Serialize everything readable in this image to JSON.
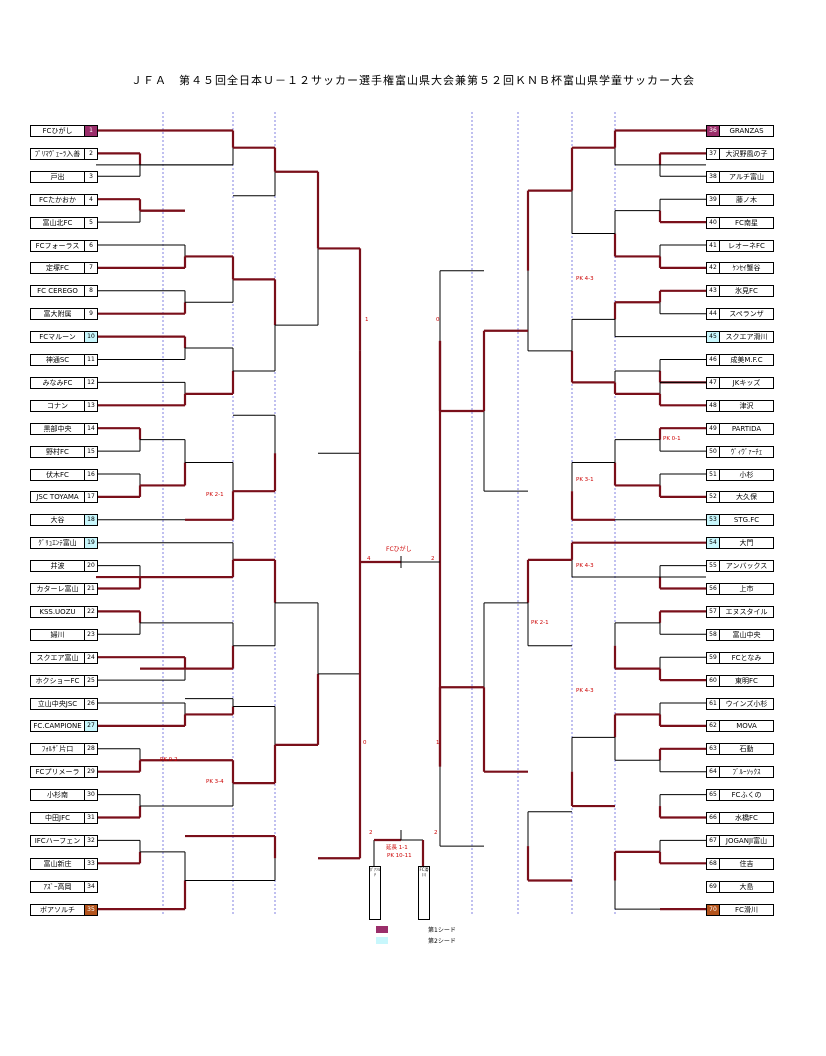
{
  "title": "ＪＦＡ　第４５回全日本Ｕ－１２サッカー選手権富山県大会兼第５２回ＫＮＢ杯富山県学童サッカー大会",
  "left_teams": [
    {
      "name": "FCひがし",
      "no": "1",
      "seed": "1"
    },
    {
      "name": "ﾌﾟﾘﾏｳﾞｪｰﾗ入善",
      "no": "2"
    },
    {
      "name": "戸出",
      "no": "3"
    },
    {
      "name": "FCたかおか",
      "no": "4"
    },
    {
      "name": "富山北FC",
      "no": "5"
    },
    {
      "name": "FCフォーラス",
      "no": "6"
    },
    {
      "name": "定塚FC",
      "no": "7"
    },
    {
      "name": "FC CEREGO",
      "no": "8"
    },
    {
      "name": "富大附属",
      "no": "9"
    },
    {
      "name": "FCマルーン",
      "no": "10",
      "seed": "2"
    },
    {
      "name": "神通SC",
      "no": "11"
    },
    {
      "name": "みなみFC",
      "no": "12"
    },
    {
      "name": "コナン",
      "no": "13"
    },
    {
      "name": "黒部中央",
      "no": "14"
    },
    {
      "name": "野村FC",
      "no": "15"
    },
    {
      "name": "伏木FC",
      "no": "16"
    },
    {
      "name": "JSC TOYAMA",
      "no": "17"
    },
    {
      "name": "大谷",
      "no": "18",
      "seed": "2"
    },
    {
      "name": "ｸﾞﾘｭｴﾝﾃ富山",
      "no": "19",
      "seed": "2"
    },
    {
      "name": "井波",
      "no": "20"
    },
    {
      "name": "カターレ富山",
      "no": "21"
    },
    {
      "name": "KSS.UOZU",
      "no": "22"
    },
    {
      "name": "婦川",
      "no": "23"
    },
    {
      "name": "スクエア富山",
      "no": "24"
    },
    {
      "name": "ホクショーFC",
      "no": "25"
    },
    {
      "name": "立山中央JSC",
      "no": "26"
    },
    {
      "name": "FC.CAMPIONE",
      "no": "27",
      "seed": "2"
    },
    {
      "name": "ﾌｫﾙｻﾞ片口",
      "no": "28"
    },
    {
      "name": "FCプリメーラ",
      "no": "29"
    },
    {
      "name": "小杉南",
      "no": "30"
    },
    {
      "name": "中田JFC",
      "no": "31"
    },
    {
      "name": "IFCハーフェン",
      "no": "32"
    },
    {
      "name": "富山新庄",
      "no": "33"
    },
    {
      "name": "ｱｽﾞｰ高岡",
      "no": "34"
    },
    {
      "name": "ボアソルチ",
      "no": "35",
      "seed": "3"
    }
  ],
  "right_teams": [
    {
      "name": "GRANZAS",
      "no": "36",
      "seed": "1"
    },
    {
      "name": "大沢野風の子",
      "no": "37"
    },
    {
      "name": "アルチ富山",
      "no": "38"
    },
    {
      "name": "藤ノ木",
      "no": "39"
    },
    {
      "name": "FC南星",
      "no": "40"
    },
    {
      "name": "レオーネFC",
      "no": "41"
    },
    {
      "name": "ｹﾝｾｲ蟹谷",
      "no": "42"
    },
    {
      "name": "氷見FC",
      "no": "43"
    },
    {
      "name": "スペランザ",
      "no": "44"
    },
    {
      "name": "スクエア滑川",
      "no": "45",
      "seed": "2"
    },
    {
      "name": "成美M.F.C",
      "no": "46"
    },
    {
      "name": "JKキッズ",
      "no": "47"
    },
    {
      "name": "津沢",
      "no": "48"
    },
    {
      "name": "PARTIDA",
      "no": "49"
    },
    {
      "name": "ｳﾞｨｳﾞｧｰﾁｪ",
      "no": "50"
    },
    {
      "name": "小杉",
      "no": "51"
    },
    {
      "name": "大久保",
      "no": "52"
    },
    {
      "name": "STG.FC",
      "no": "53",
      "seed": "2"
    },
    {
      "name": "大門",
      "no": "54",
      "seed": "2"
    },
    {
      "name": "アンバックス",
      "no": "55"
    },
    {
      "name": "上市",
      "no": "56"
    },
    {
      "name": "エヌスタイル",
      "no": "57"
    },
    {
      "name": "富山中央",
      "no": "58"
    },
    {
      "name": "FCとなみ",
      "no": "59"
    },
    {
      "name": "東明FC",
      "no": "60"
    },
    {
      "name": "ウインズ小杉",
      "no": "61"
    },
    {
      "name": "MOVA",
      "no": "62"
    },
    {
      "name": "石動",
      "no": "63"
    },
    {
      "name": "ﾌﾞﾙｰｿｯｸｽ",
      "no": "64"
    },
    {
      "name": "FCふくの",
      "no": "65"
    },
    {
      "name": "水橋FC",
      "no": "66"
    },
    {
      "name": "JOGANJI富山",
      "no": "67"
    },
    {
      "name": "住吉",
      "no": "68"
    },
    {
      "name": "大島",
      "no": "69"
    },
    {
      "name": "FC滑川",
      "no": "70",
      "seed": "3"
    }
  ],
  "champion": "FCひがし",
  "final_scores": {
    "left": "4",
    "right": "2"
  },
  "third_place": {
    "left_score": "2",
    "right_score": "2",
    "note1": "延長 1-1",
    "note2": "PK 10-11",
    "left_team": "ﾎﾞｱｿﾙﾁ",
    "right_team": "FC滑川"
  },
  "semi_scores": {
    "left_top": "1",
    "left_bottom": "0",
    "right_top": "0",
    "right_bottom": "1"
  },
  "pk_notes": [
    {
      "text": "PK 2-1"
    },
    {
      "text": "PK 0-2"
    },
    {
      "text": "PK 3-4"
    },
    {
      "text": "PK 4-3"
    },
    {
      "text": "PK 0-1"
    },
    {
      "text": "PK 3-1"
    },
    {
      "text": "PK 4-3"
    },
    {
      "text": "PK 2-1"
    },
    {
      "text": "PK 4-3"
    }
  ],
  "legend": {
    "seed1": "第1シード",
    "seed2": "第2シード"
  },
  "colors": {
    "winner_line": "#7a0f1a",
    "seed1": "#9a2e6a",
    "seed2": "#c8f7fc",
    "seed3": "#b4541c",
    "guide": "#2d2dcc"
  }
}
